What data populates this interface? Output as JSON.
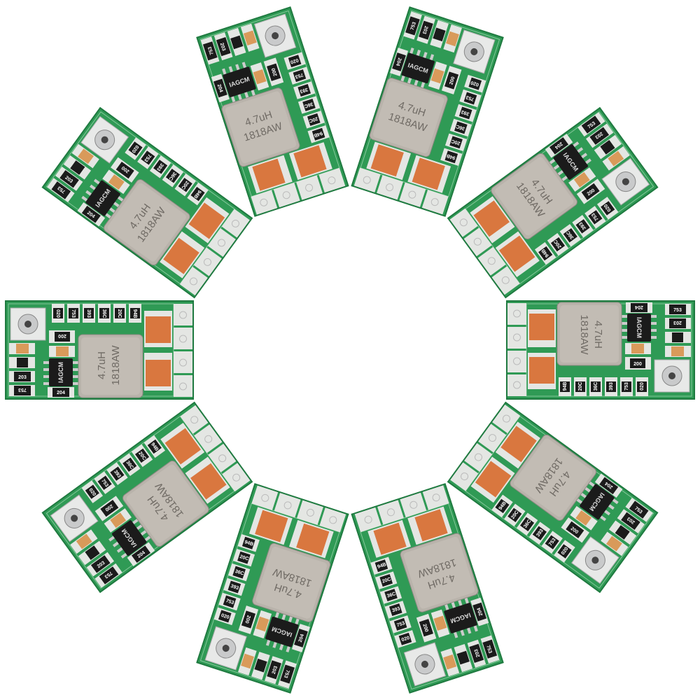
{
  "product": {
    "board_count": 10,
    "inductor_value": "4.7uH",
    "inductor_code": "1818AW",
    "chip_marking": "IAGCM",
    "resistor_codes": [
      "020",
      "753",
      "393",
      "36C",
      "20C",
      "94B"
    ],
    "resistor_200": "200",
    "resistor_203": "203",
    "resistor_753": "753",
    "resistor_204": "204",
    "colors": {
      "pcb": "#2f9a55",
      "pad": "#e4e6e3",
      "inductor": "#b9b3ab",
      "capacitor": "#d9773f",
      "chip": "#1b1b1b"
    }
  }
}
